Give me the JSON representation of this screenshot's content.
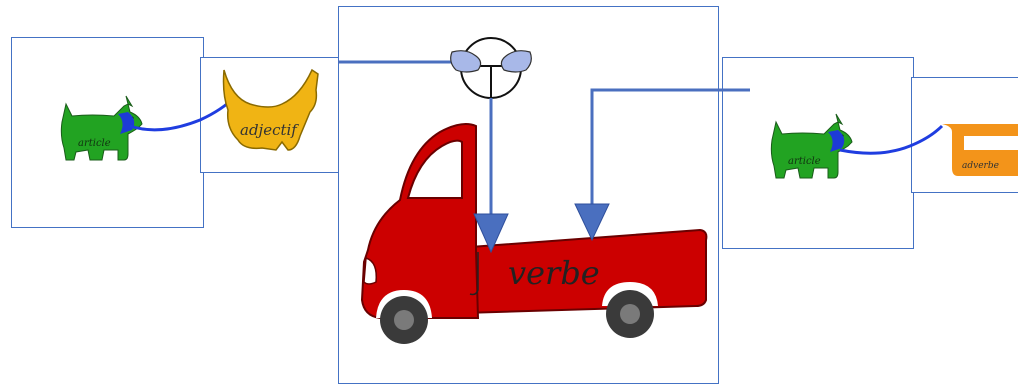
{
  "labels": {
    "article_left": "article",
    "adjective": "adjectif",
    "verb": "verbe",
    "article_right": "article",
    "adverb": "adverbe"
  },
  "colors": {
    "frame": "#4472c4",
    "arrow": "#4a6fbf",
    "dog": "#22a322",
    "collar": "#1d3bd6",
    "leash": "#1f3de0",
    "adjective_tag": "#f0b414",
    "adverb_tag": "#f3941a",
    "truck": "#cc0000",
    "wheel": "#444444"
  },
  "icons": [
    "dog-icon",
    "adjective-bib-icon",
    "truck-icon",
    "steering-wheel-icon",
    "adverb-tag-icon"
  ]
}
